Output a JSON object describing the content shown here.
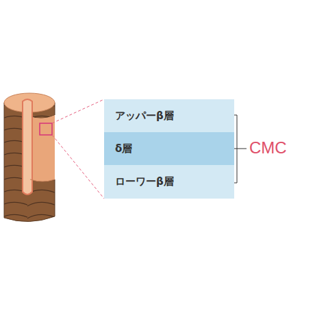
{
  "diagram": {
    "nodes": [
      {
        "text": [
          "アッパーβ層"
        ]
      },
      {
        "text": [
          "δ層"
        ]
      },
      {
        "text": [
          "ローワーβ層"
        ]
      }
    ],
    "labels": [
      "CMC"
    ]
  }
}
